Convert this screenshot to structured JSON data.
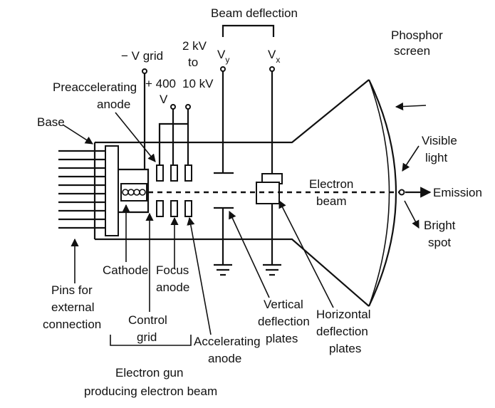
{
  "labels": {
    "beam_deflection": "Beam deflection",
    "phosphor_screen_1": "Phosphor",
    "phosphor_screen_2": "screen",
    "v_grid": "− V grid",
    "kv_1": "2 kV",
    "kv_2": "to",
    "kv_3": "10 kV",
    "plus400_1": "+ 400",
    "plus400_2": "V",
    "vy_main": "V",
    "vy_sub": "y",
    "vx_main": "V",
    "vx_sub": "x",
    "preaccel_1": "Preaccelerating",
    "preaccel_2": "anode",
    "base": "Base",
    "visible_light_1": "Visible",
    "visible_light_2": "light",
    "electron_beam_1": "Electron",
    "electron_beam_2": "beam",
    "emission": "Emission",
    "bright_spot_1": "Bright",
    "bright_spot_2": "spot",
    "cathode": "Cathode",
    "focus_anode_1": "Focus",
    "focus_anode_2": "anode",
    "pins_1": "Pins for",
    "pins_2": "external",
    "pins_3": "connection",
    "control_grid_1": "Control",
    "control_grid_2": "grid",
    "vertical_1": "Vertical",
    "vertical_2": "deflection",
    "vertical_3": "plates",
    "horizontal_1": "Horizontal",
    "horizontal_2": "deflection",
    "horizontal_3": "plates",
    "accelerating_1": "Accelerating",
    "accelerating_2": "anode",
    "gun_1": "Electron gun",
    "gun_2": "producing electron beam"
  }
}
